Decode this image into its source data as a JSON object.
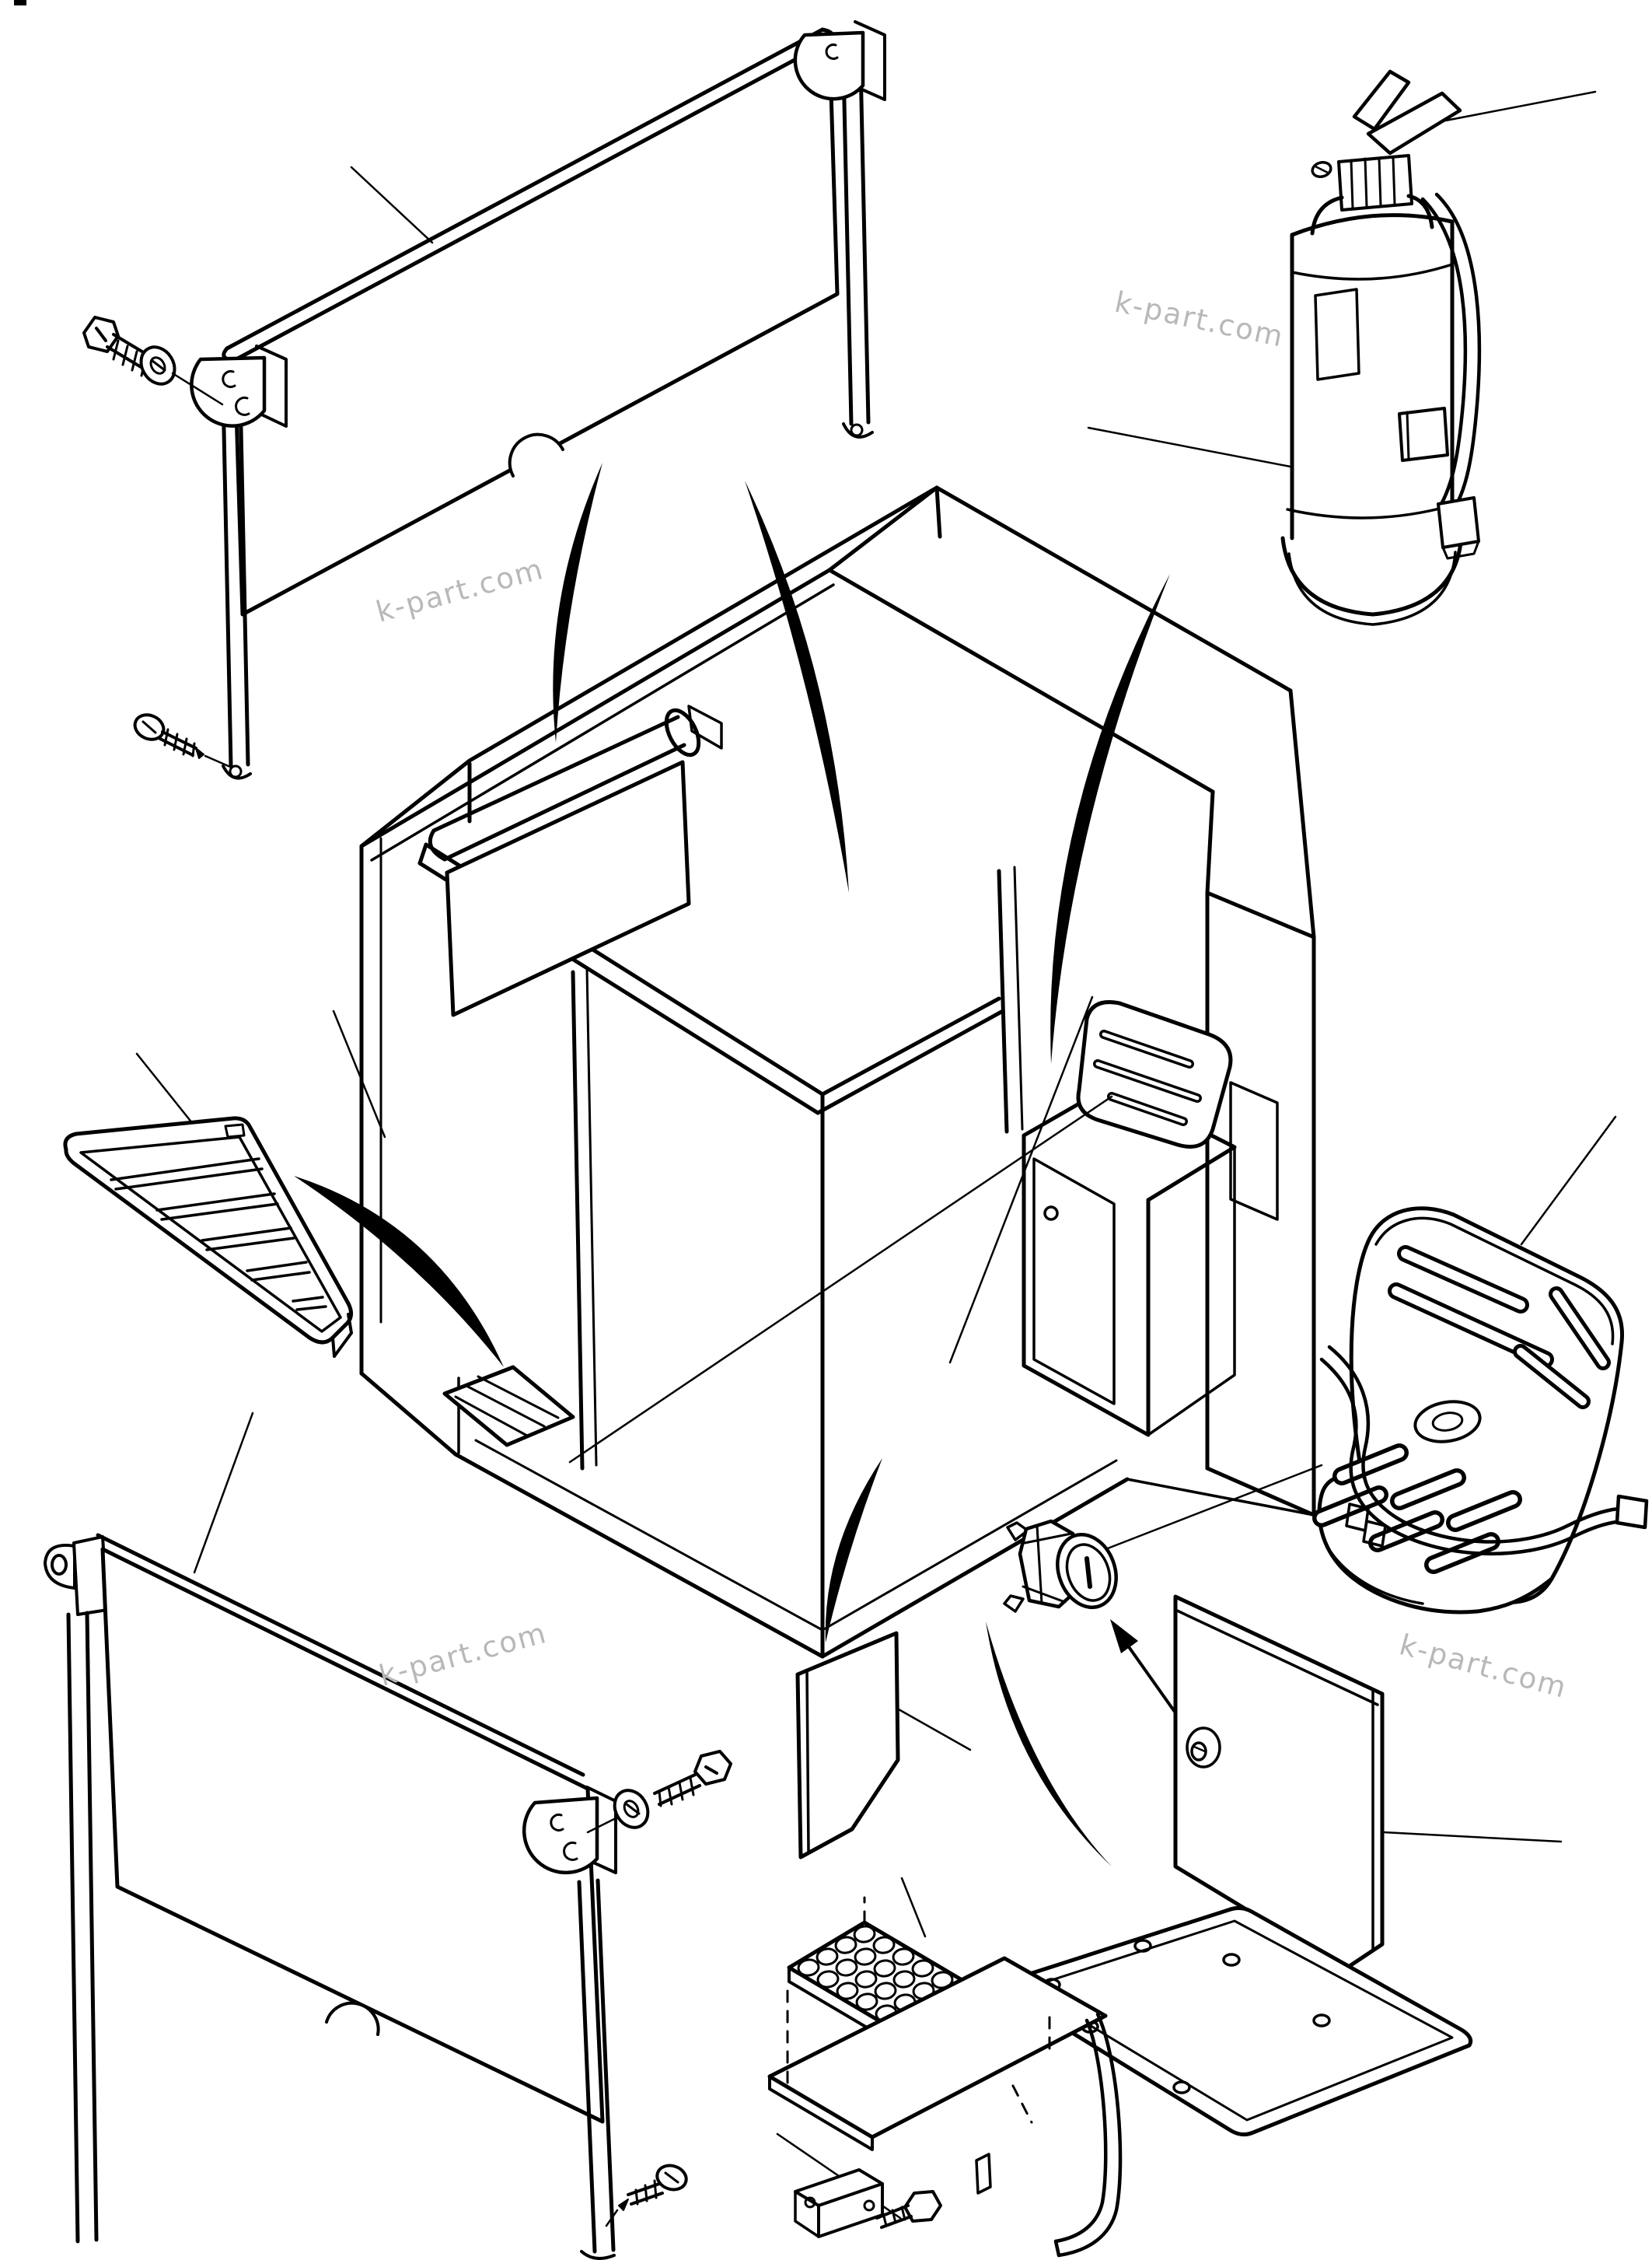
{
  "page": {
    "background_color": "#ffffff",
    "line_color": "#000000",
    "watermark_color": "#b8b8b8",
    "corner_mark": "page-crop-mark"
  },
  "watermarks": [
    {
      "text": "k-part.com",
      "position": "upper-right-of-center",
      "rotation_deg": 12
    },
    {
      "text": "k-part.com",
      "position": "upper-left-of-center",
      "rotation_deg": -15
    },
    {
      "text": "k-part.com",
      "position": "lower-left-of-center",
      "rotation_deg": -15
    },
    {
      "text": "k-part.com",
      "position": "lower-right-of-center",
      "rotation_deg": 15
    }
  ],
  "diagram": {
    "type": "exploded-parts-diagram",
    "subject": "machine cab accessories",
    "parts": [
      {
        "name": "upper-sun-blind",
        "details": [
          "roller-shade-panel",
          "left-post",
          "right-post",
          "corner-brackets",
          "bolt-and-washer",
          "mounting-screw"
        ]
      },
      {
        "name": "fire-extinguisher",
        "details": [
          "cylinder-body",
          "knurled-valve-cap",
          "operating-levers",
          "hose",
          "nozzle",
          "nozzle-clamp",
          "label"
        ]
      },
      {
        "name": "cab-frame",
        "details": [
          "roof-band",
          "right-wall-with-window",
          "front-rail",
          "pillars",
          "floor",
          "console-box-with-door",
          "folded-seat",
          "installed-roller-blind",
          "inner-step-tread"
        ]
      },
      {
        "name": "triangular-louver-tray",
        "details": [
          "five-slats",
          "double-rim"
        ]
      },
      {
        "name": "operator-seat",
        "details": [
          "slotted-backrest",
          "slotted-seat-pan",
          "belt-strap",
          "buckle",
          "grab-oval"
        ]
      },
      {
        "name": "key-lock-cylinder",
        "details": [
          "key-slot-face",
          "hex-body",
          "mounting-tabs"
        ]
      },
      {
        "name": "mat-panel",
        "details": [
          "grommet-hole"
        ]
      },
      {
        "name": "floor-plate",
        "details": [
          "six-bolt-holes",
          "rounded-corners"
        ]
      },
      {
        "name": "step-assembly",
        "details": [
          "perforated-tread",
          "cover-plate",
          "wire-leg",
          "clamp-bracket",
          "bolt",
          "dashed-guides"
        ]
      },
      {
        "name": "lower-sun-blind",
        "details": [
          "roller-shade-panel",
          "left-post",
          "right-post",
          "mounting-ear",
          "corner-brackets",
          "bolt-and-washer",
          "mounting-screw"
        ]
      },
      {
        "name": "small-sheet-panel",
        "details": []
      }
    ],
    "annotations": {
      "curved_arrows": 6,
      "leader_lines": 14,
      "straight_arrows": 1,
      "callout_numbers_visible": false
    }
  }
}
